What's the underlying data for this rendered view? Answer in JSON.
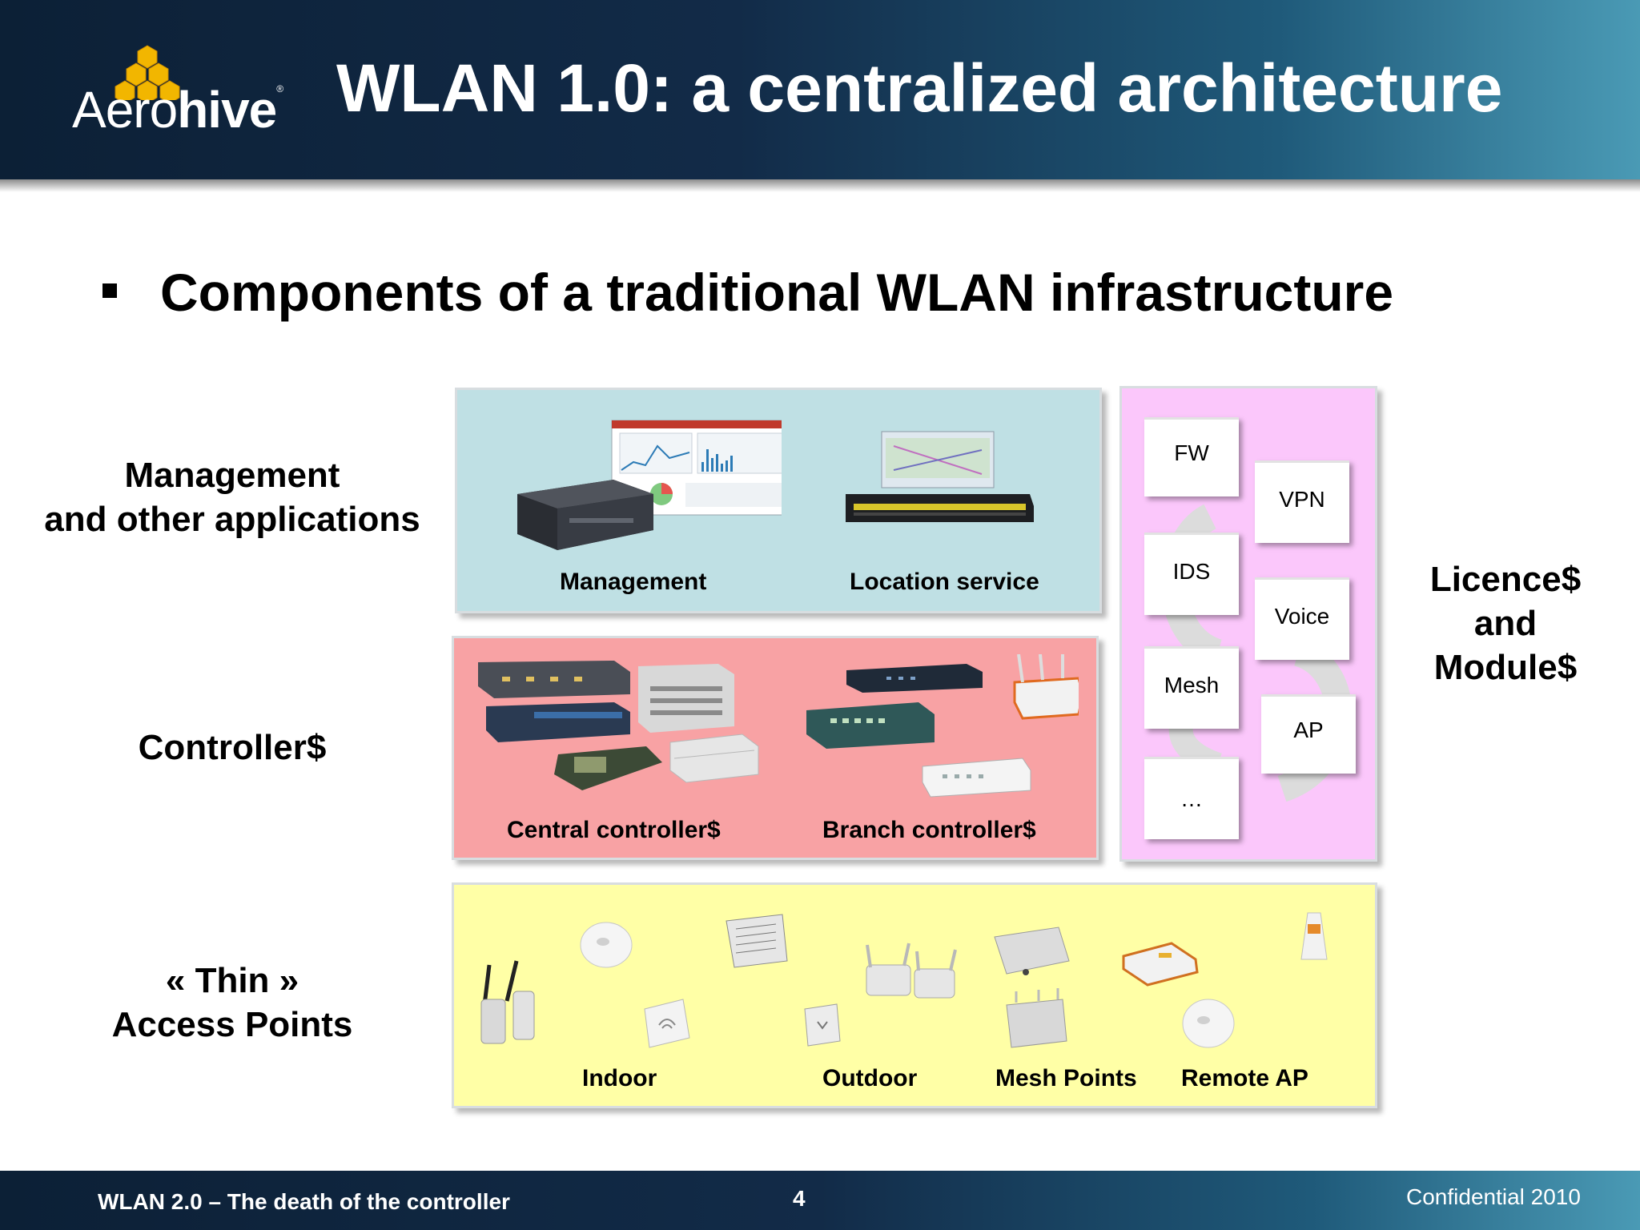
{
  "header": {
    "logo_text_light": "Aero",
    "logo_text_bold": "hive",
    "logo_registered": "®",
    "title": "WLAN 1.0: a centralized architecture"
  },
  "bullet": {
    "text": "Components of a traditional WLAN infrastructure"
  },
  "rows": {
    "management": [
      "Management",
      "and other applications"
    ],
    "controllers": [
      "Controller$"
    ],
    "access_points": [
      "« Thin »",
      "Access Points"
    ]
  },
  "panels": {
    "management": {
      "labels": [
        "Management",
        "Location service"
      ]
    },
    "controllers": {
      "labels": [
        "Central controller$",
        "Branch controller$"
      ]
    },
    "access_points": {
      "labels": [
        "Indoor",
        "Outdoor",
        "Mesh Points",
        "Remote AP"
      ]
    },
    "modules": {
      "items": [
        "FW",
        "VPN",
        "IDS",
        "Voice",
        "Mesh",
        "AP",
        "…"
      ]
    }
  },
  "licence": [
    "Licence$",
    "and",
    "Module$"
  ],
  "footer": {
    "left": "WLAN 2.0 – The death of the controller",
    "page": "4",
    "right": "Confidential 2010"
  },
  "colors": {
    "header_dark": "#0c2036",
    "header_light": "#4a9ab5",
    "management_panel": "#bfe0e4",
    "controllers_panel": "#f8a2a4",
    "access_points_panel": "#ffffa6",
    "modules_panel": "#fbc7fb"
  }
}
